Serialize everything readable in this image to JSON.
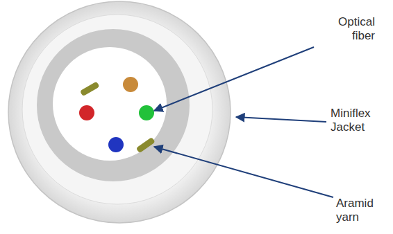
{
  "diagram": {
    "labels": [
      "Optical fiber",
      "Miniflex Jacket",
      "Aramid yarn"
    ]
  }
}
